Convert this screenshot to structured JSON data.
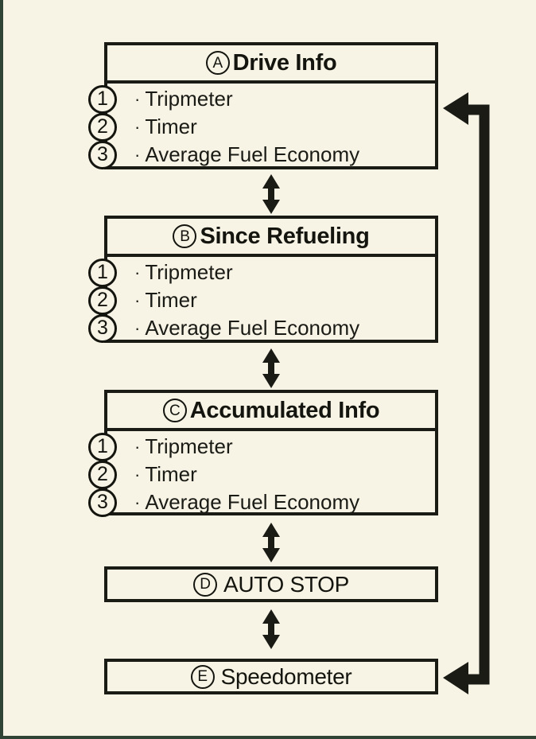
{
  "diagram": {
    "title_semantic": "vehicle-information-display-cycle",
    "colors": {
      "background": "#f7f4e6",
      "line": "#1b1b16",
      "frame_accent": "#2f4434"
    },
    "bullet": "·",
    "nodes": [
      {
        "id": "A",
        "marker": "A",
        "title": "Drive Info",
        "items": [
          {
            "num": "1",
            "label": "Tripmeter"
          },
          {
            "num": "2",
            "label": "Timer"
          },
          {
            "num": "3",
            "label": "Average Fuel Economy"
          }
        ]
      },
      {
        "id": "B",
        "marker": "B",
        "title": "Since Refueling",
        "items": [
          {
            "num": "1",
            "label": "Tripmeter"
          },
          {
            "num": "2",
            "label": "Timer"
          },
          {
            "num": "3",
            "label": "Average Fuel Economy"
          }
        ]
      },
      {
        "id": "C",
        "marker": "C",
        "title": "Accumulated Info",
        "items": [
          {
            "num": "1",
            "label": "Tripmeter"
          },
          {
            "num": "2",
            "label": "Timer"
          },
          {
            "num": "3",
            "label": "Average Fuel Economy"
          }
        ]
      },
      {
        "id": "D",
        "marker": "D",
        "title": "AUTO STOP",
        "items": []
      },
      {
        "id": "E",
        "marker": "E",
        "title": "Speedometer",
        "items": []
      }
    ],
    "connectors": [
      {
        "from": "A",
        "to": "B",
        "type": "double-headed-vertical-arrow"
      },
      {
        "from": "B",
        "to": "C",
        "type": "double-headed-vertical-arrow"
      },
      {
        "from": "C",
        "to": "D",
        "type": "double-headed-vertical-arrow"
      },
      {
        "from": "D",
        "to": "E",
        "type": "double-headed-vertical-arrow"
      },
      {
        "from": "E",
        "to": "A",
        "type": "wrap-around-loop-arrow",
        "side": "right"
      }
    ]
  }
}
